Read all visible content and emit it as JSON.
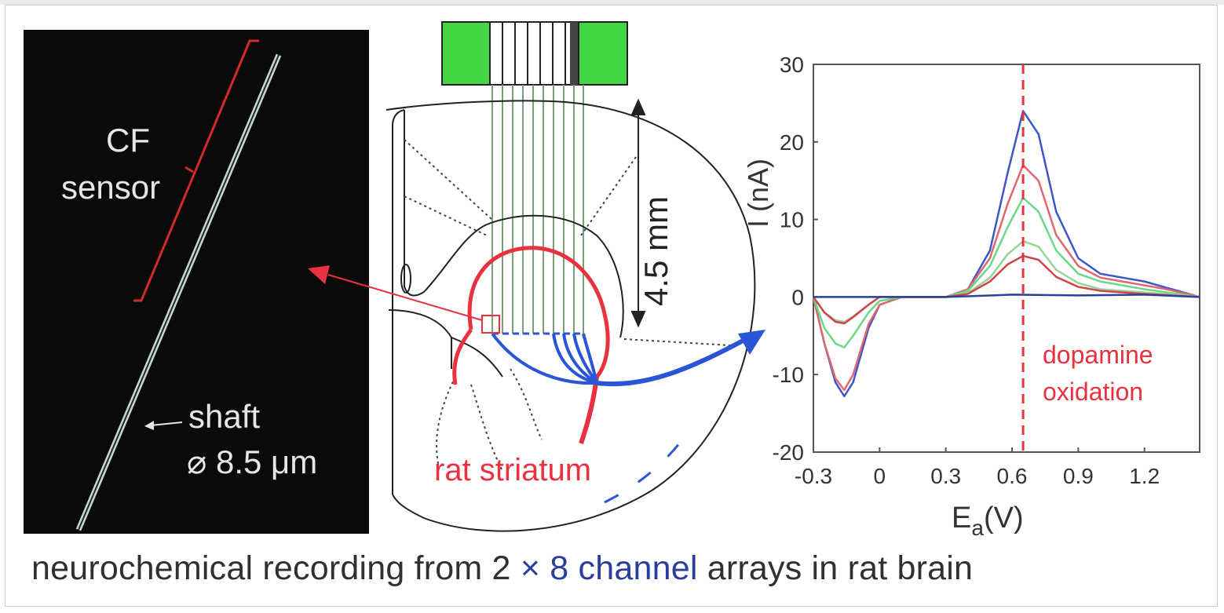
{
  "left_panel": {
    "sensor_label_line1": "CF",
    "sensor_label_line2": "sensor",
    "shaft_label": "shaft",
    "diameter_label": "⌀ 8.5 μm"
  },
  "brain_diagram": {
    "depth_label": "4.5 mm",
    "region_label": "rat striatum"
  },
  "chart_data": {
    "type": "line",
    "ylabel": "I (nA)",
    "xlabel_main": "E",
    "xlabel_sub": "a",
    "xlabel_unit": "(V)",
    "xlim": [
      -0.3,
      1.45
    ],
    "ylim": [
      -20,
      30
    ],
    "x_ticks": [
      "-0.3",
      "0",
      "0.3",
      "0.6",
      "0.9",
      "1.2"
    ],
    "x_tick_values": [
      -0.3,
      0,
      0.3,
      0.6,
      0.9,
      1.2
    ],
    "y_ticks": [
      "30",
      "20",
      "10",
      "0",
      "-10",
      "-20"
    ],
    "y_tick_values": [
      30,
      20,
      10,
      0,
      -10,
      -20
    ],
    "annotation": {
      "line1": "dopamine",
      "line2": "oxidation",
      "x": 0.65
    },
    "series": [
      {
        "color": "#3b57c9",
        "values": [
          [
            -0.3,
            0
          ],
          [
            -0.25,
            -6
          ],
          [
            -0.2,
            -11
          ],
          [
            -0.16,
            -12.8
          ],
          [
            -0.12,
            -11
          ],
          [
            -0.05,
            -4
          ],
          [
            0,
            -1
          ],
          [
            0.1,
            0
          ],
          [
            0.3,
            0
          ],
          [
            0.4,
            1
          ],
          [
            0.5,
            6
          ],
          [
            0.58,
            16
          ],
          [
            0.65,
            24
          ],
          [
            0.72,
            21
          ],
          [
            0.8,
            11
          ],
          [
            0.9,
            5
          ],
          [
            1.0,
            3
          ],
          [
            1.1,
            2.5
          ],
          [
            1.2,
            2
          ],
          [
            1.3,
            1.2
          ],
          [
            1.45,
            0
          ]
        ]
      },
      {
        "color": "#e0676e",
        "values": [
          [
            -0.3,
            0
          ],
          [
            -0.25,
            -6
          ],
          [
            -0.2,
            -10.5
          ],
          [
            -0.16,
            -12
          ],
          [
            -0.12,
            -10
          ],
          [
            -0.05,
            -3.5
          ],
          [
            0,
            -1
          ],
          [
            0.1,
            0
          ],
          [
            0.3,
            0
          ],
          [
            0.4,
            1
          ],
          [
            0.5,
            5
          ],
          [
            0.58,
            12
          ],
          [
            0.65,
            17
          ],
          [
            0.72,
            15
          ],
          [
            0.8,
            8
          ],
          [
            0.9,
            4
          ],
          [
            1.0,
            2.5
          ],
          [
            1.1,
            2
          ],
          [
            1.2,
            1.5
          ],
          [
            1.3,
            1
          ],
          [
            1.45,
            0
          ]
        ]
      },
      {
        "color": "#6ad888",
        "values": [
          [
            -0.3,
            0
          ],
          [
            -0.25,
            -4
          ],
          [
            -0.2,
            -6
          ],
          [
            -0.16,
            -6.5
          ],
          [
            -0.12,
            -5
          ],
          [
            -0.05,
            -2
          ],
          [
            0,
            -0.5
          ],
          [
            0.1,
            0
          ],
          [
            0.3,
            0
          ],
          [
            0.4,
            0.8
          ],
          [
            0.5,
            4
          ],
          [
            0.58,
            9
          ],
          [
            0.65,
            12.8
          ],
          [
            0.72,
            11
          ],
          [
            0.8,
            6
          ],
          [
            0.9,
            3
          ],
          [
            1.0,
            2
          ],
          [
            1.1,
            1.5
          ],
          [
            1.2,
            1
          ],
          [
            1.3,
            0.6
          ],
          [
            1.45,
            0
          ]
        ]
      },
      {
        "color": "#9ad29a",
        "values": [
          [
            -0.3,
            0
          ],
          [
            -0.25,
            -2
          ],
          [
            -0.2,
            -3
          ],
          [
            -0.16,
            -3.2
          ],
          [
            -0.12,
            -2.5
          ],
          [
            -0.05,
            -1
          ],
          [
            0,
            0
          ],
          [
            0.3,
            0
          ],
          [
            0.4,
            0.5
          ],
          [
            0.5,
            2.5
          ],
          [
            0.58,
            5.5
          ],
          [
            0.65,
            7.2
          ],
          [
            0.72,
            6.5
          ],
          [
            0.8,
            3.5
          ],
          [
            0.9,
            1.8
          ],
          [
            1.0,
            1
          ],
          [
            1.2,
            0.6
          ],
          [
            1.45,
            0
          ]
        ]
      },
      {
        "color": "#d04545",
        "values": [
          [
            -0.3,
            0
          ],
          [
            -0.25,
            -2
          ],
          [
            -0.2,
            -3.2
          ],
          [
            -0.16,
            -3.4
          ],
          [
            -0.12,
            -2.6
          ],
          [
            -0.05,
            -1
          ],
          [
            0,
            0
          ],
          [
            0.3,
            0
          ],
          [
            0.4,
            0.4
          ],
          [
            0.5,
            2
          ],
          [
            0.58,
            4.2
          ],
          [
            0.65,
            5.3
          ],
          [
            0.72,
            4.8
          ],
          [
            0.8,
            2.6
          ],
          [
            0.9,
            1.3
          ],
          [
            1.0,
            0.8
          ],
          [
            1.2,
            0.4
          ],
          [
            1.45,
            0
          ]
        ]
      },
      {
        "color": "#2b3f9e",
        "values": [
          [
            -0.3,
            0
          ],
          [
            0,
            0
          ],
          [
            0.3,
            0
          ],
          [
            0.6,
            0.3
          ],
          [
            0.9,
            0.2
          ],
          [
            1.2,
            0.3
          ],
          [
            1.45,
            0
          ]
        ]
      }
    ]
  },
  "caption": {
    "part1": "neurochemical recording from 2 ",
    "part2": "× 8 channel",
    "part3": "arrays in rat brain"
  },
  "colors": {
    "red": "#e8323f",
    "blue": "#2a55d6",
    "green": "#33cc33"
  }
}
